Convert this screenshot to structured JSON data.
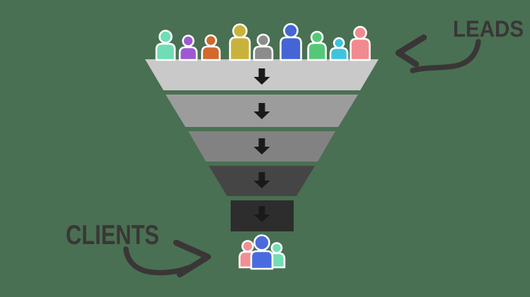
{
  "background_color": "#497052",
  "funnel": {
    "leads_label": "LEADS",
    "clients_label": "CLIENTS",
    "label_color": "#3A3637",
    "hand_arrow_color": "#3A3637",
    "flow_arrow_color": "#1A1A1A",
    "people_outline_color": "#FFFFFF",
    "tiers": [
      {
        "name": "tier-1",
        "color": "#C9C9C9"
      },
      {
        "name": "tier-2",
        "color": "#9C9C9C"
      },
      {
        "name": "tier-3",
        "color": "#828282"
      },
      {
        "name": "tier-4",
        "color": "#454545"
      },
      {
        "name": "tier-5",
        "color": "#2D2D2D"
      }
    ],
    "leads_people_colors": [
      "#6FDDB5",
      "#9D59D3",
      "#D2692E",
      "#C9B23C",
      "#8C8C8C",
      "#4465D6",
      "#55C878",
      "#3FC4DE",
      "#F18A8E"
    ],
    "clients_people_colors": {
      "left": "#F28F93",
      "center": "#4A6BE0",
      "right": "#73DDB4"
    }
  }
}
